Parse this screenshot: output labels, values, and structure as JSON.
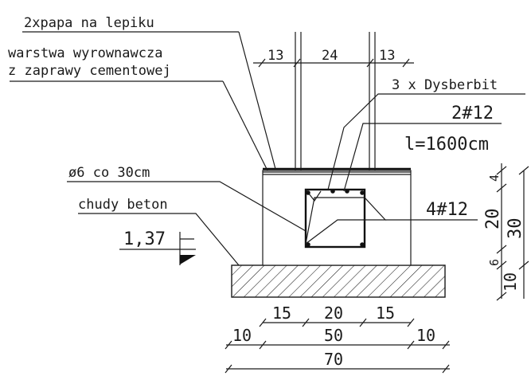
{
  "labels": {
    "papa": "2xpapa  na lepiku",
    "warstwa_line1": "warstwa wyrownawcza",
    "warstwa_line2": "z zaprawy cementowej",
    "dysberbit": "3 x Dysberbit",
    "bars_top": "2#12",
    "bar_length": "l=1600cm",
    "stirrups": "ø6  co 30cm",
    "lean_concrete": "chudy beton",
    "bars_bottom": "4#12",
    "elevation": "1,37"
  },
  "dimensions": {
    "top_left": "13",
    "top_middle": "24",
    "top_right": "13",
    "right_4": "4",
    "right_20": "20",
    "right_30": "30",
    "right_6": "6",
    "right_10": "10",
    "bottom_15_left": "15",
    "bottom_20": "20",
    "bottom_15_right": "15",
    "bottom_10_left": "10",
    "bottom_50": "50",
    "bottom_10_right": "10",
    "bottom_70": "70"
  }
}
